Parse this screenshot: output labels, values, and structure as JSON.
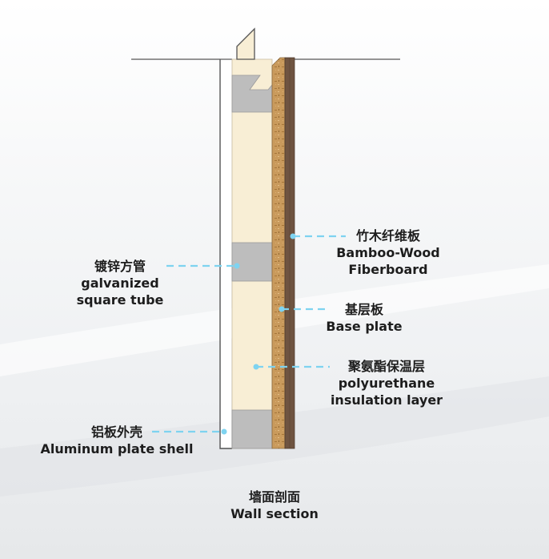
{
  "labels": {
    "fiberboard": {
      "zh": "竹木纤维板",
      "en1": "Bamboo-Wood",
      "en2": "Fiberboard"
    },
    "square_tube": {
      "zh": "镀锌方管",
      "en1": "galvanized",
      "en2": "square tube"
    },
    "base_plate": {
      "zh": "基层板",
      "en1": "Base plate"
    },
    "insulation": {
      "zh": "聚氨酯保温层",
      "en1": "polyurethane",
      "en2": "insulation layer"
    },
    "aluminum_shell": {
      "zh": "铝板外壳",
      "en1": "Aluminum plate shell"
    }
  },
  "caption": {
    "zh": "墙面剖面",
    "en": "Wall section"
  },
  "colors": {
    "leader_line": "#7ed3f0",
    "insulation": "#f8eed5",
    "square_tube": "#bdbdbd",
    "base_plate": "#c99a5c",
    "fiberboard": "#6f5441"
  }
}
